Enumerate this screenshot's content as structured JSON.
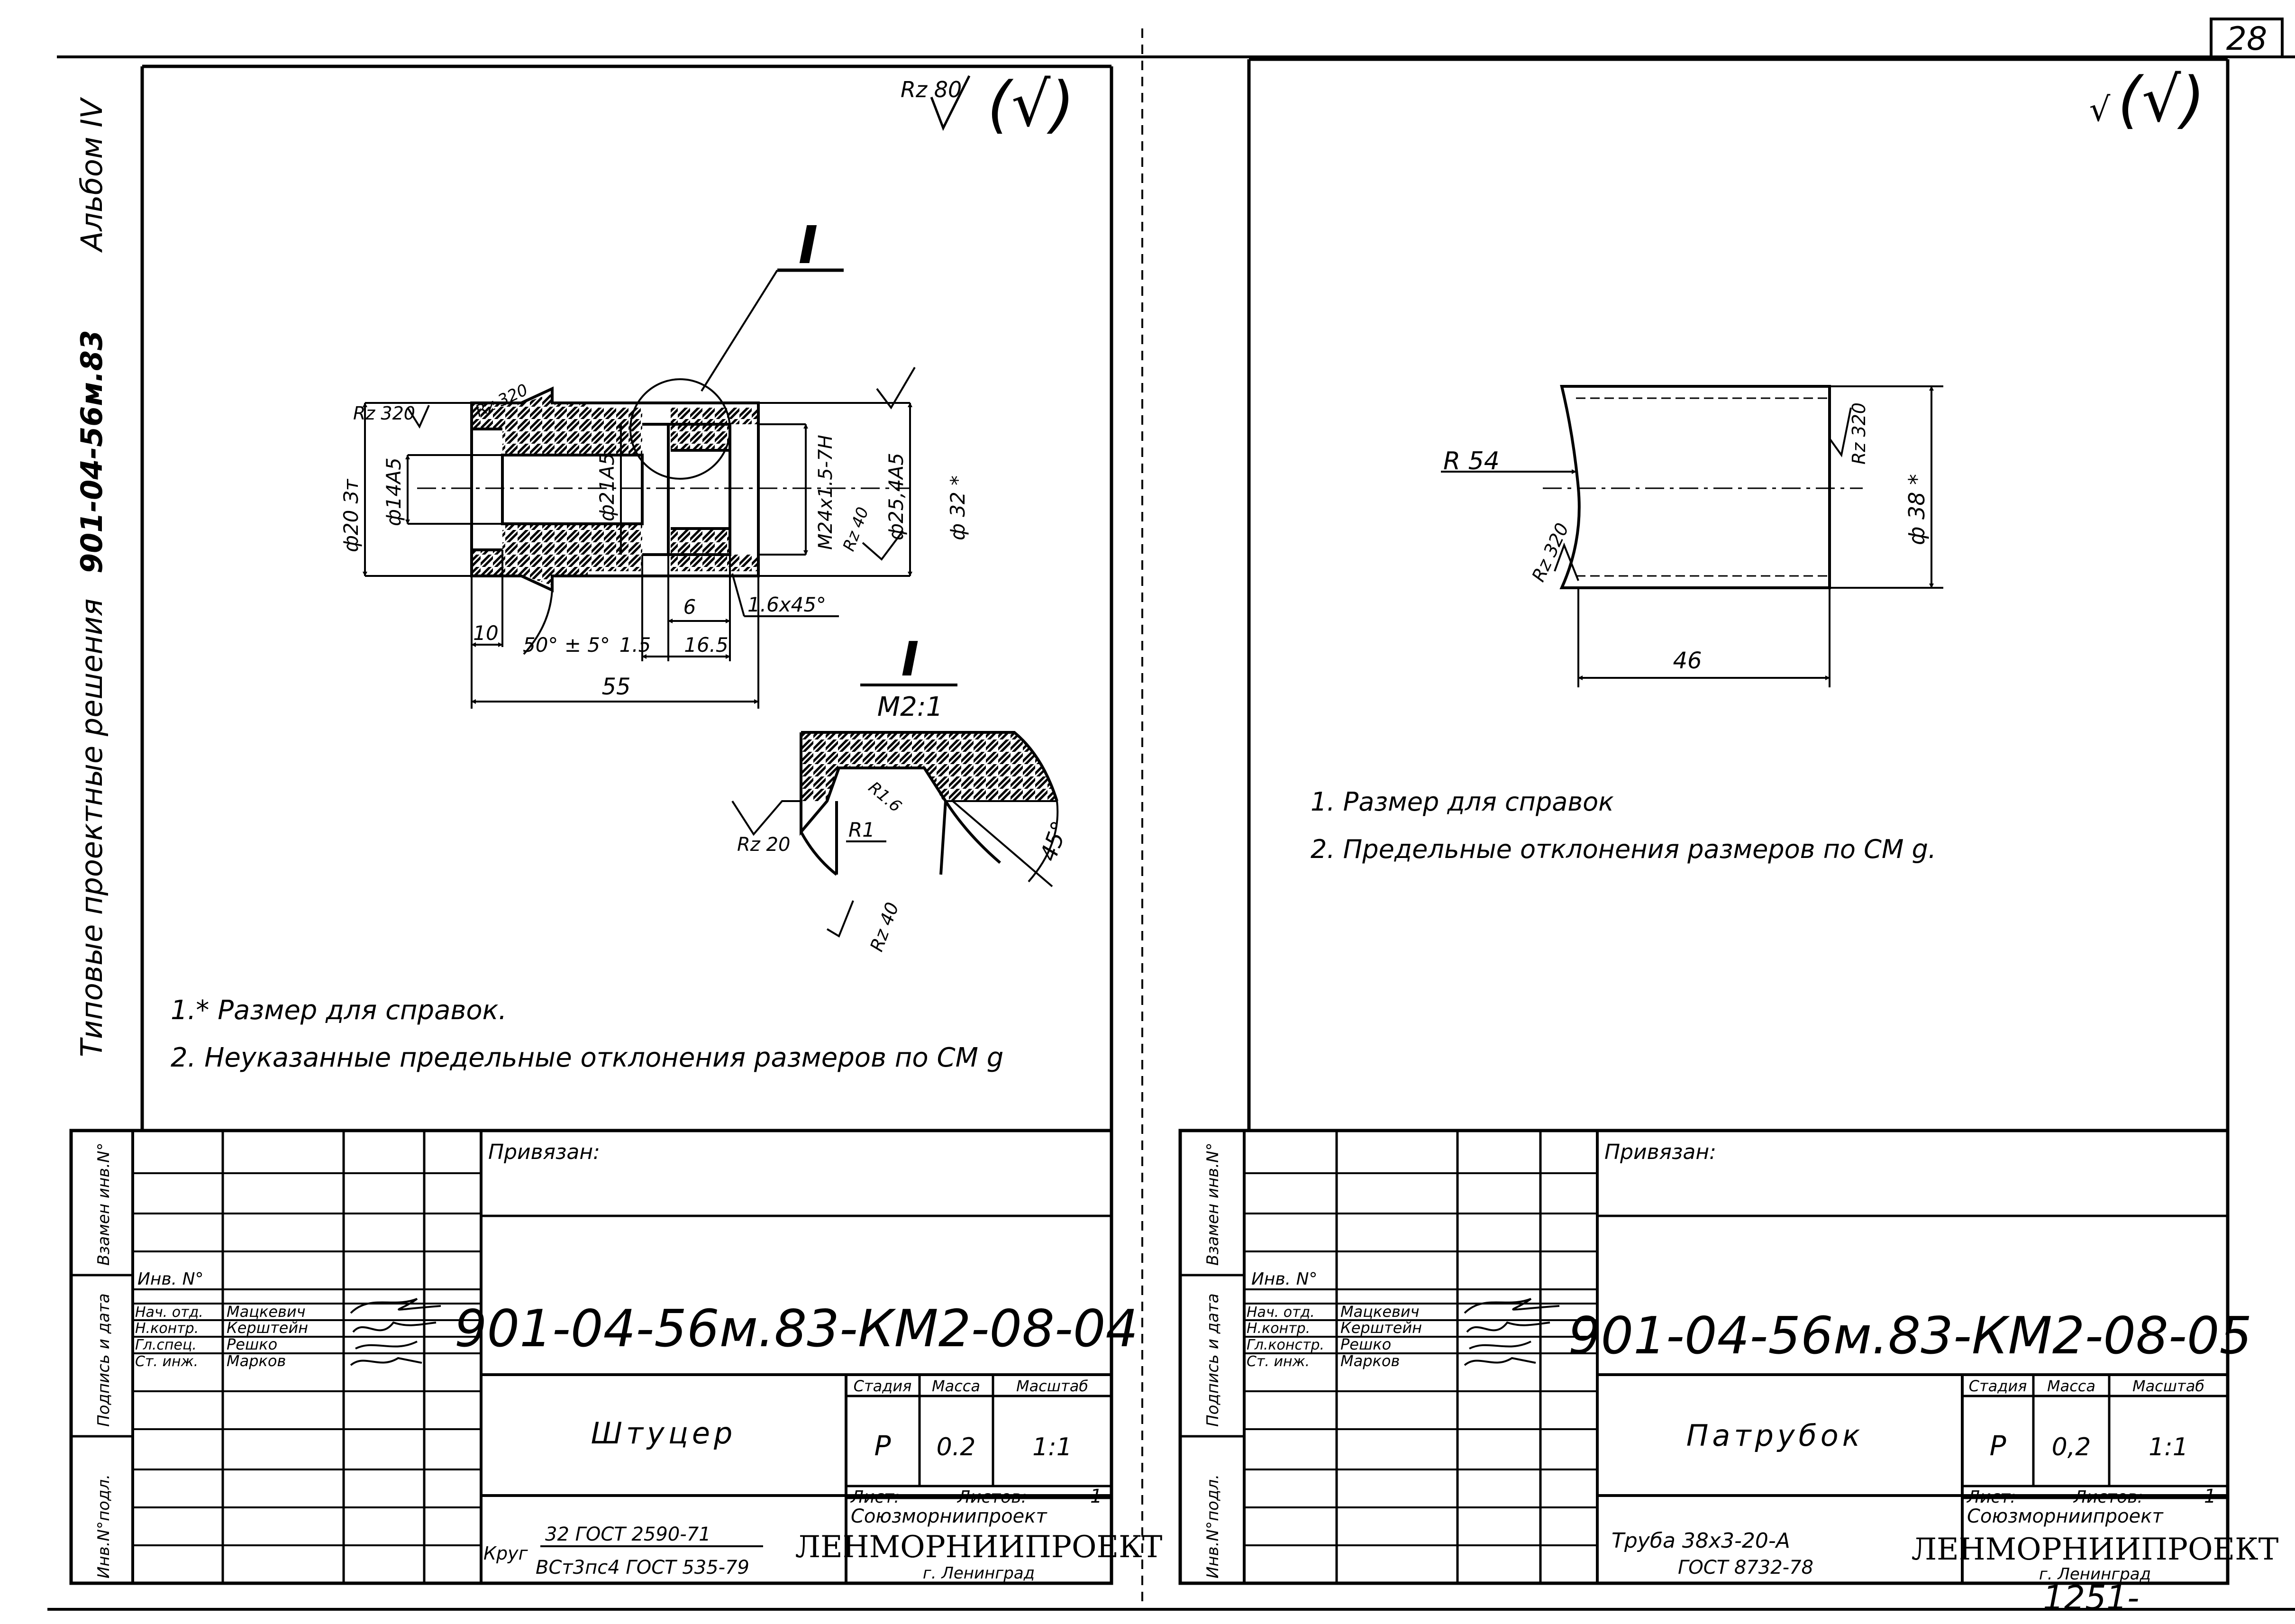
{
  "page_number": "28",
  "sheet_stamp": "1251-",
  "album_strip": {
    "prefix": "Типовые проектные решения",
    "code": "901-04-56м.83",
    "album": "Альбом IV"
  },
  "left_sheet": {
    "roughness_mark": "Rz 80",
    "general_mark": "(√)",
    "section_marker": "I",
    "detail_title": "I",
    "detail_scale": "M2:1",
    "dimensions": {
      "d20": "ф20 Зт",
      "d14": "ф14А5",
      "d21": "ф21А5",
      "thread": "M24х1.5-7H",
      "d25": "ф25,4А5",
      "d32": "ф 32 *",
      "rz320_a": "Rz 320",
      "rz320_b": "Rz 320",
      "rz40_main": "Rz 40",
      "len10": "10",
      "angle": "50° ± 5°",
      "len15": "1.5",
      "len6": "6",
      "len16": "16.5",
      "chamfer": "1.6х45°",
      "len55": "55",
      "detail_r16": "R1.6",
      "detail_r1": "R1",
      "detail_rz20": "Rz 20",
      "detail_rz40": "Rz 40",
      "detail_angle": "45°"
    },
    "notes": [
      "1.* Размер для справок.",
      "2. Неуказанные предельные отклонения размеров по СМ g"
    ],
    "title_block": {
      "side_labels": [
        "Взамен инв.N°",
        "Подпись и дата",
        "Инв.N°подл."
      ],
      "privyazan": "Привязан:",
      "inv": "Инв. N°",
      "roles": [
        "Нач. отд.",
        "Н.контр.",
        "Гл.спец.",
        "Ст. инж."
      ],
      "names": [
        "Мацкевич",
        "Керштейн",
        "Решко",
        "Марков"
      ],
      "doc_number": "901-04-56м.83-КМ2-08-04",
      "name": "Штуцер",
      "stage_label": "Стадия",
      "mass_label": "Масса",
      "scale_label": "Масштаб",
      "stage": "Р",
      "mass": "0.2",
      "scale": "1:1",
      "sheet_label": "Лист:",
      "sheets_label": "Листов:",
      "sheets": "1",
      "material_prefix": "Круг",
      "material_line1": "32 ГОСТ 2590-71",
      "material_line2": "ВСт3пс4 ГОСТ 535-79",
      "org1": "Союзморниипроект",
      "org2": "ЛЕНМОРНИИПРОЕКТ",
      "city": "г. Ленинград"
    }
  },
  "right_sheet": {
    "roughness_mark": "√",
    "general_mark": "(√)",
    "dimensions": {
      "r54": "R 54",
      "rz320_right": "Rz 320",
      "rz320_left": "Rz 320",
      "d38": "ф 38 *",
      "len46": "46"
    },
    "notes": [
      "1. Размер для справок",
      "2. Предельные отклонения размеров по СМ g."
    ],
    "title_block": {
      "side_labels": [
        "Взамен инв.N°",
        "Подпись и дата",
        "Инв.N°подл."
      ],
      "privyazan": "Привязан:",
      "inv": "Инв. N°",
      "roles": [
        "Нач. отд.",
        "Н.контр.",
        "Гл.констр.",
        "Ст. инж."
      ],
      "names": [
        "Мацкевич",
        "Керштейн",
        "Решко",
        "Марков"
      ],
      "doc_number": "901-04-56м.83-КМ2-08-05",
      "name": "Патрубок",
      "stage_label": "Стадия",
      "mass_label": "Масса",
      "scale_label": "Масштаб",
      "stage": "Р",
      "mass": "0,2",
      "scale": "1:1",
      "sheet_label": "Лист:",
      "sheets_label": "Листов:",
      "sheets": "1",
      "material_line1": "Труба 38х3-20-А",
      "material_line2": "ГОСТ 8732-78",
      "org1": "Союзморниипроект",
      "org2": "ЛЕНМОРНИИПРОЕКТ",
      "city": "г. Ленинград"
    }
  }
}
